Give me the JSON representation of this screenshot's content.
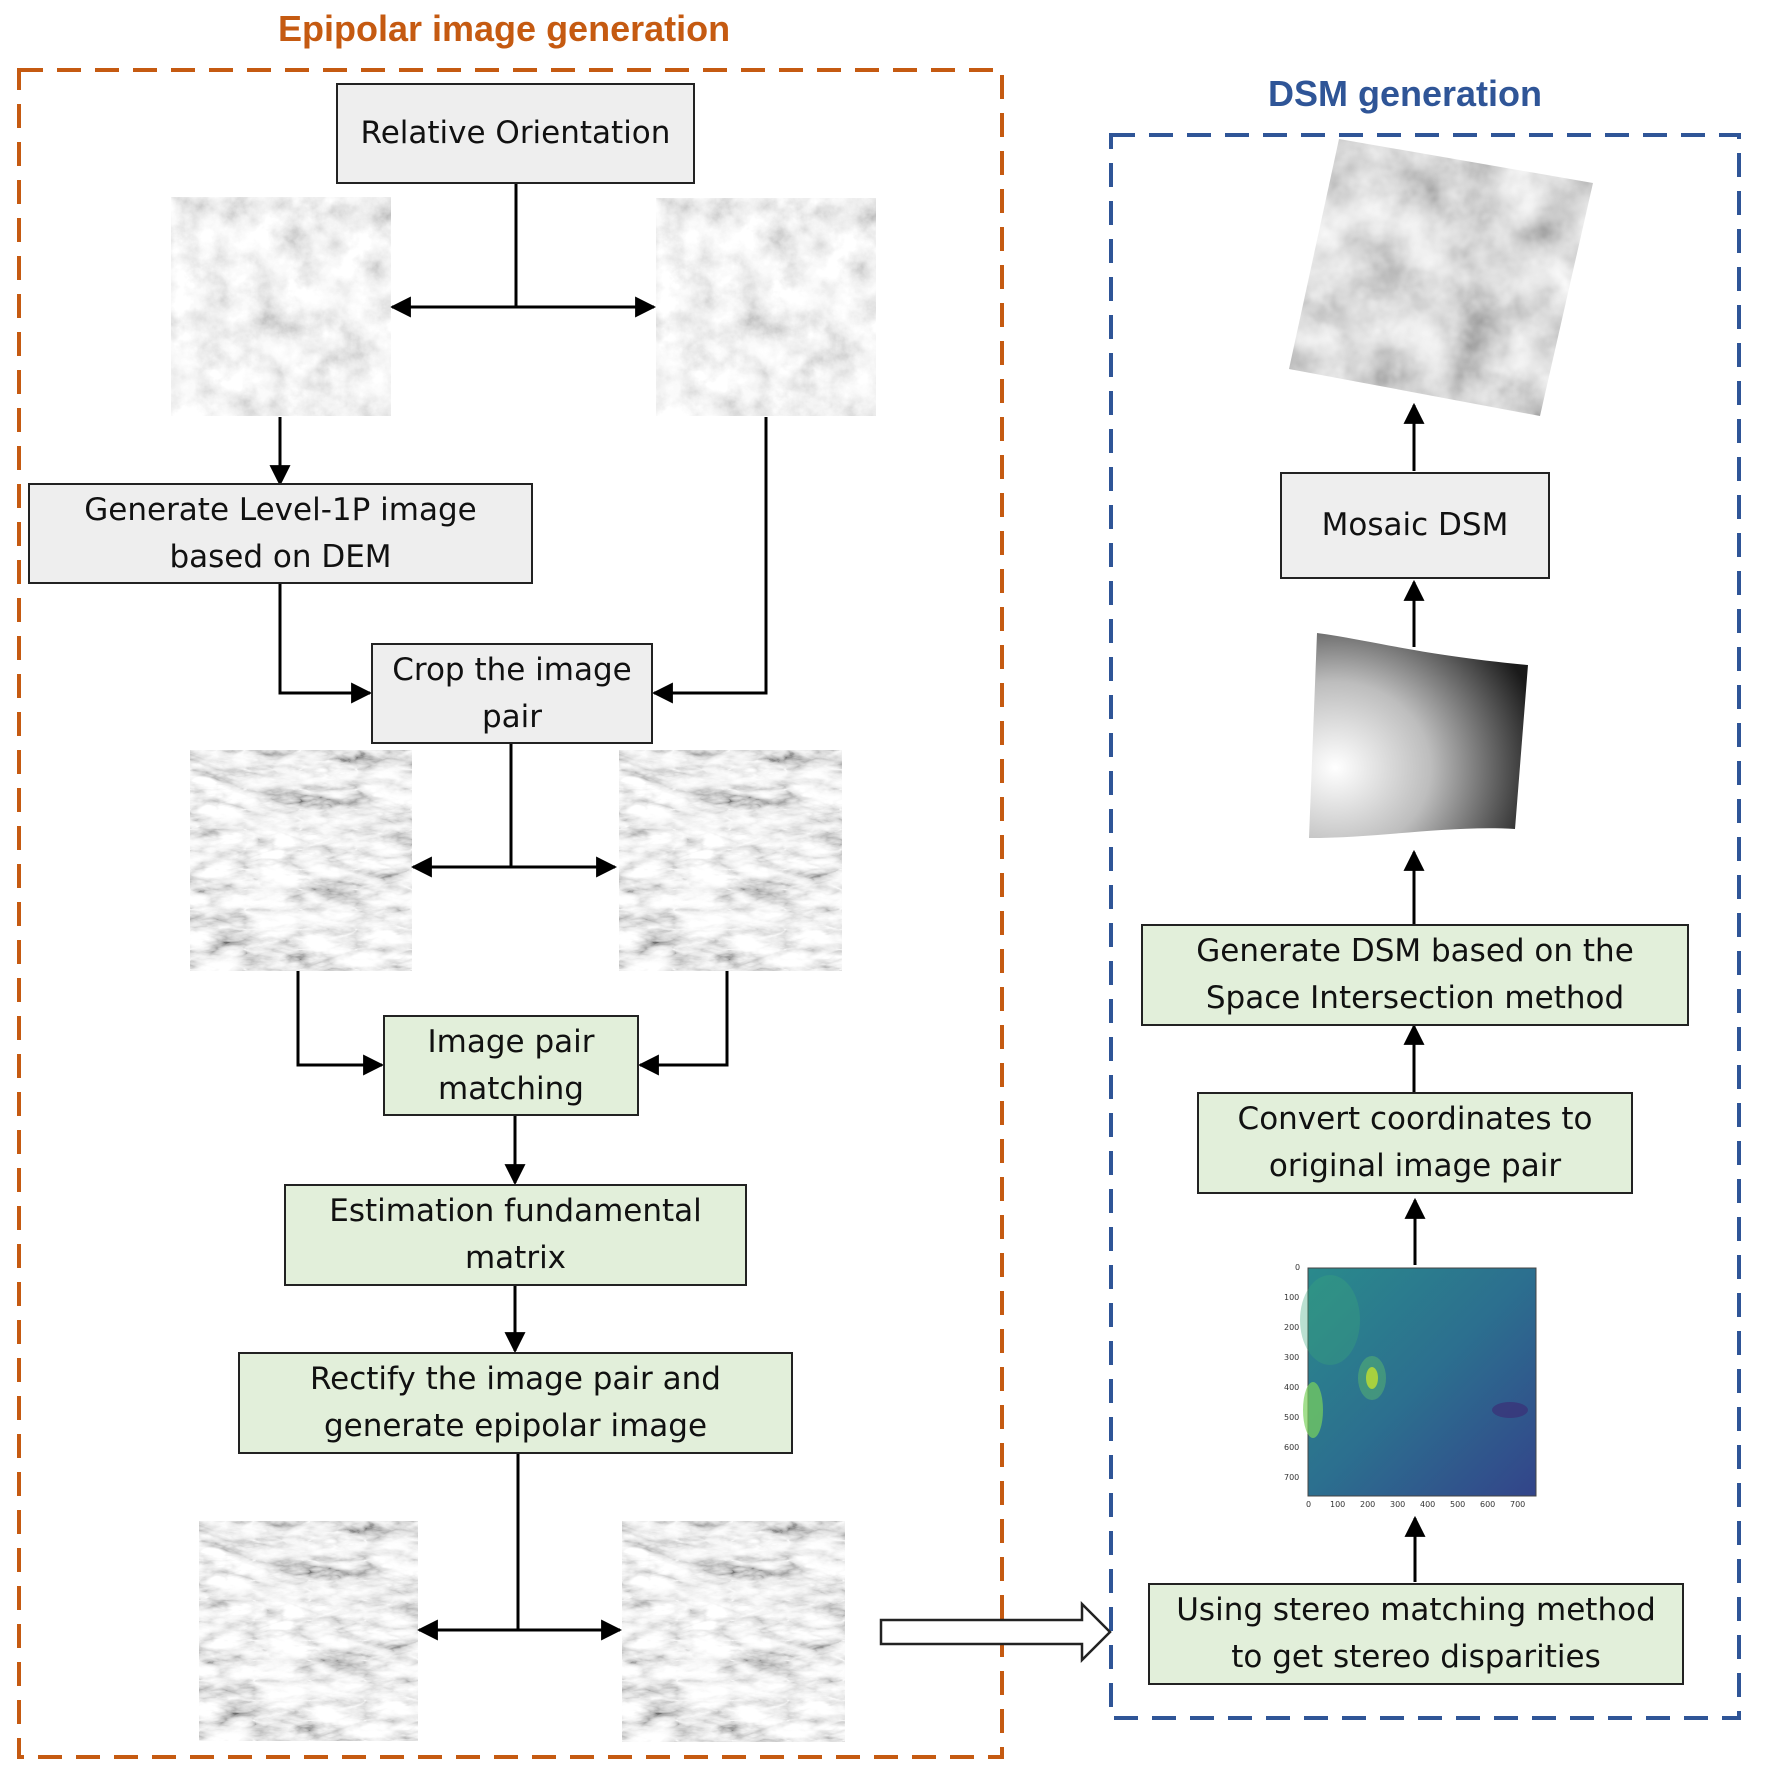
{
  "sections": {
    "epipolar": {
      "title": "Epipolar image generation",
      "color": "#c55a11",
      "border_color": "#c55a11"
    },
    "dsm": {
      "title": "DSM generation",
      "color": "#2f5597",
      "border_color": "#2f5597"
    }
  },
  "colors": {
    "gray_box": "#eeeeee",
    "green_box": "#e2efda",
    "arrow": "#000000"
  },
  "boxes": {
    "relative_orientation": [
      "Relative Orientation"
    ],
    "generate_level1p": [
      "Generate Level-1P image",
      "based on DEM"
    ],
    "crop_pair": [
      "Crop the image",
      "pair"
    ],
    "image_pair_matching": [
      "Image pair",
      "matching"
    ],
    "estimation_fundamental": [
      "Estimation fundamental",
      "matrix"
    ],
    "rectify_pair": [
      "Rectify the image pair and",
      "generate epipolar image"
    ],
    "mosaic_dsm": [
      "Mosaic DSM"
    ],
    "generate_dsm": [
      "Generate DSM based on the",
      "Space Intersection method"
    ],
    "convert_coordinates": [
      "Convert coordinates to",
      "original image pair"
    ],
    "stereo_matching": [
      "Using stereo matching method",
      "to get stereo disparities"
    ]
  },
  "disparity_plot": {
    "y_ticks": [
      "0",
      "100",
      "200",
      "300",
      "400",
      "500",
      "600",
      "700"
    ],
    "x_ticks": [
      "0",
      "100",
      "200",
      "300",
      "400",
      "500",
      "600",
      "700"
    ]
  }
}
